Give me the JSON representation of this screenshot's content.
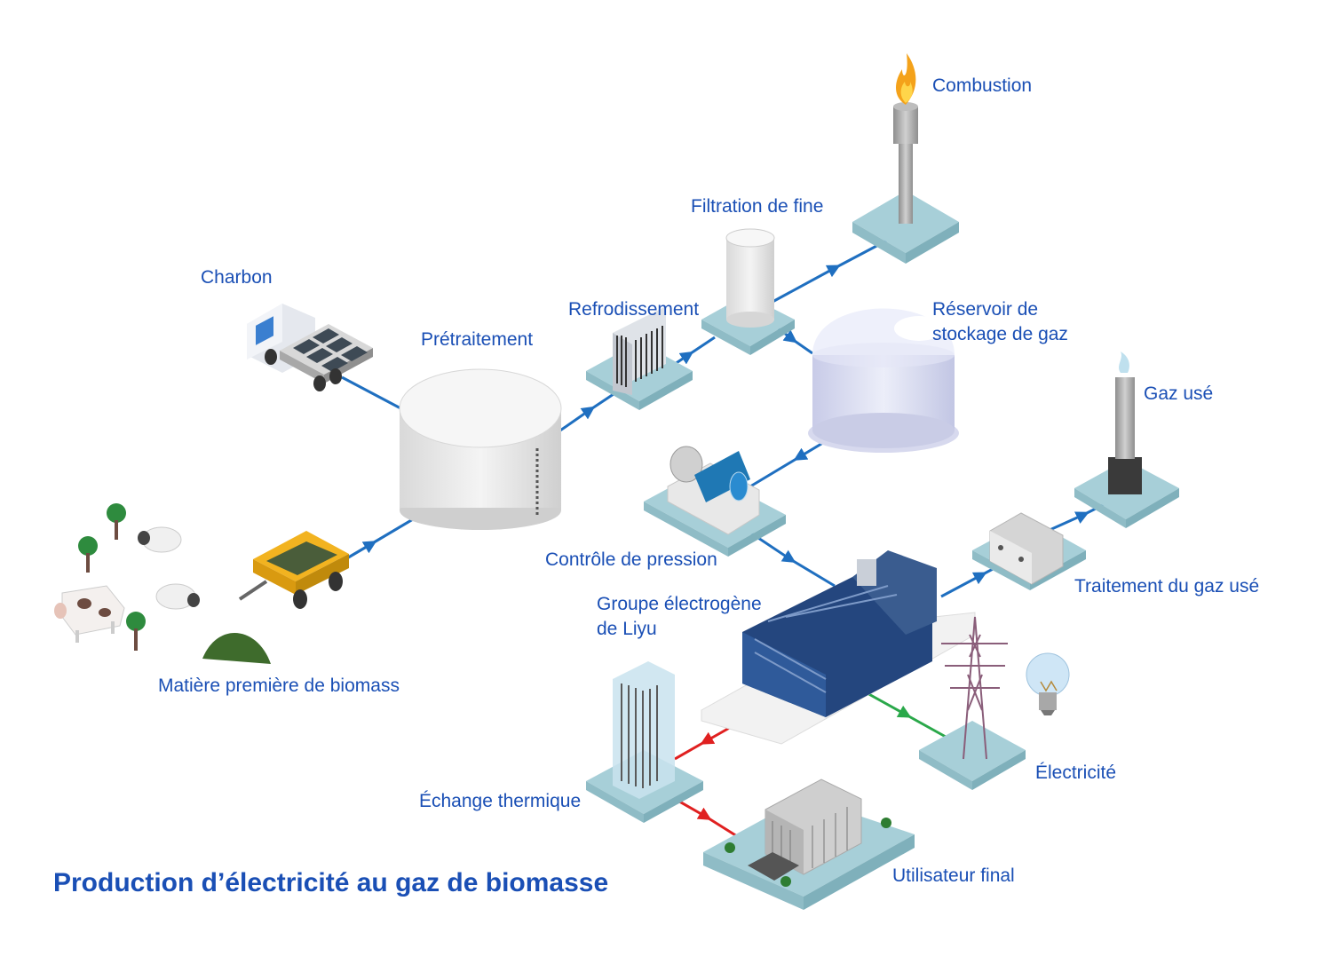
{
  "title": "Production d’électricité au gaz de biomasse",
  "labels": {
    "combustion": "Combustion",
    "filtration": "Filtration de fine",
    "charbon": "Charbon",
    "refroidissement": "Refrodissement",
    "pretraitement": "Prétraitement",
    "reservoir_line1": "Réservoir de",
    "reservoir_line2": "stockage de gaz",
    "gaz_use": "Gaz usé",
    "controle": "Contrôle de pression",
    "traitement": "Traitement du gaz usé",
    "groupe_line1": "Groupe électrogène",
    "groupe_line2": "de Liyu",
    "biomasse": "Matière première de biomass",
    "echange": "Échange thermique",
    "electricite": "Électricité",
    "utilisateur": "Utilisateur final"
  },
  "colors": {
    "label": "#1a4fb5",
    "gas_flow": "#1f6fc0",
    "heat_flow": "#e02020",
    "electric_flow": "#2aa84a",
    "platform": "#a7cfd8"
  }
}
